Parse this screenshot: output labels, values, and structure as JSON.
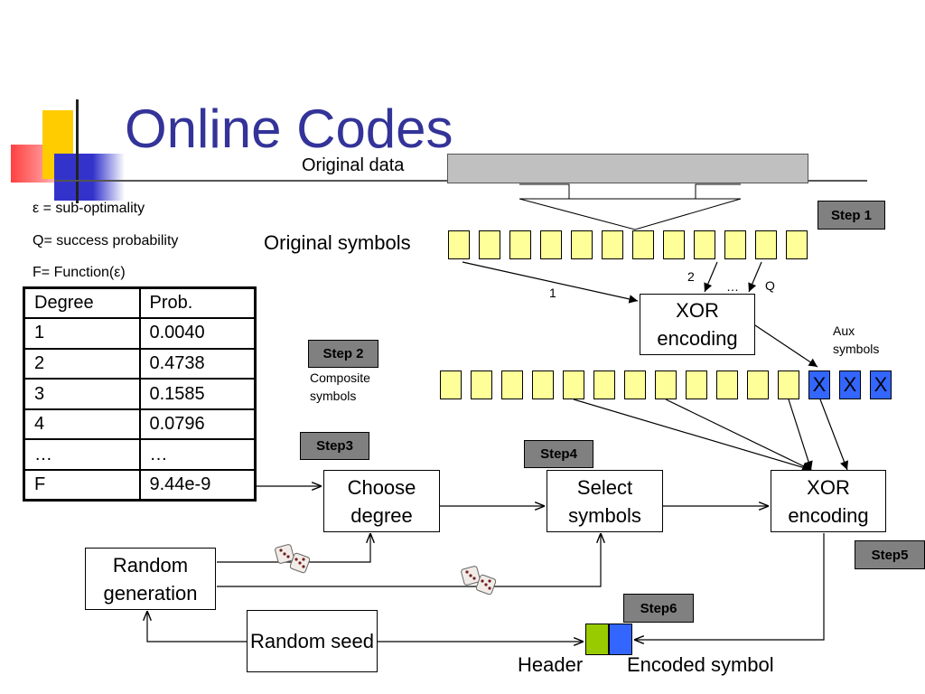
{
  "title": "Online Codes",
  "definitions": [
    "ε = sub-optimality",
    "Q= success probability",
    "F= Function(ε)"
  ],
  "degree_table": {
    "headers": [
      "Degree",
      "Prob."
    ],
    "rows": [
      [
        "1",
        "0.0040"
      ],
      [
        "2",
        "0.4738"
      ],
      [
        "3",
        "0.1585"
      ],
      [
        "4",
        "0.0796"
      ],
      [
        "…",
        "…"
      ],
      [
        "F",
        "9.44e-9"
      ]
    ]
  },
  "labels": {
    "original_data": "Original data",
    "original_symbols": "Original symbols",
    "aux_symbols": "Aux symbols",
    "composite_symbols": "Composite symbols",
    "header": "Header",
    "encoded_symbol": "Encoded symbol",
    "edge_1": "1",
    "edge_2": "2",
    "edge_dots": "…",
    "edge_q": "Q"
  },
  "boxes": {
    "xor_top": "XOR encoding",
    "choose_degree": "Choose degree",
    "select_symbols": "Select symbols",
    "xor_bottom": "XOR encoding",
    "random_generation": "Random generation",
    "random_seed": "Random seed"
  },
  "steps": {
    "step1": "Step 1",
    "step2": "Step 2",
    "step3": "Step3",
    "step4": "Step4",
    "step5": "Step5",
    "step6": "Step6"
  },
  "aux_symbol_text": "X",
  "colors": {
    "title": "#333399",
    "symbol_fill": "#ffff99",
    "aux_fill": "#3366ff",
    "step_fill": "#808080",
    "original_data_bar": "#c0c0c0",
    "header_green": "#99cc00",
    "encoded_blue": "#3366ff"
  },
  "icons": [
    "dice-icon",
    "dice-icon"
  ]
}
